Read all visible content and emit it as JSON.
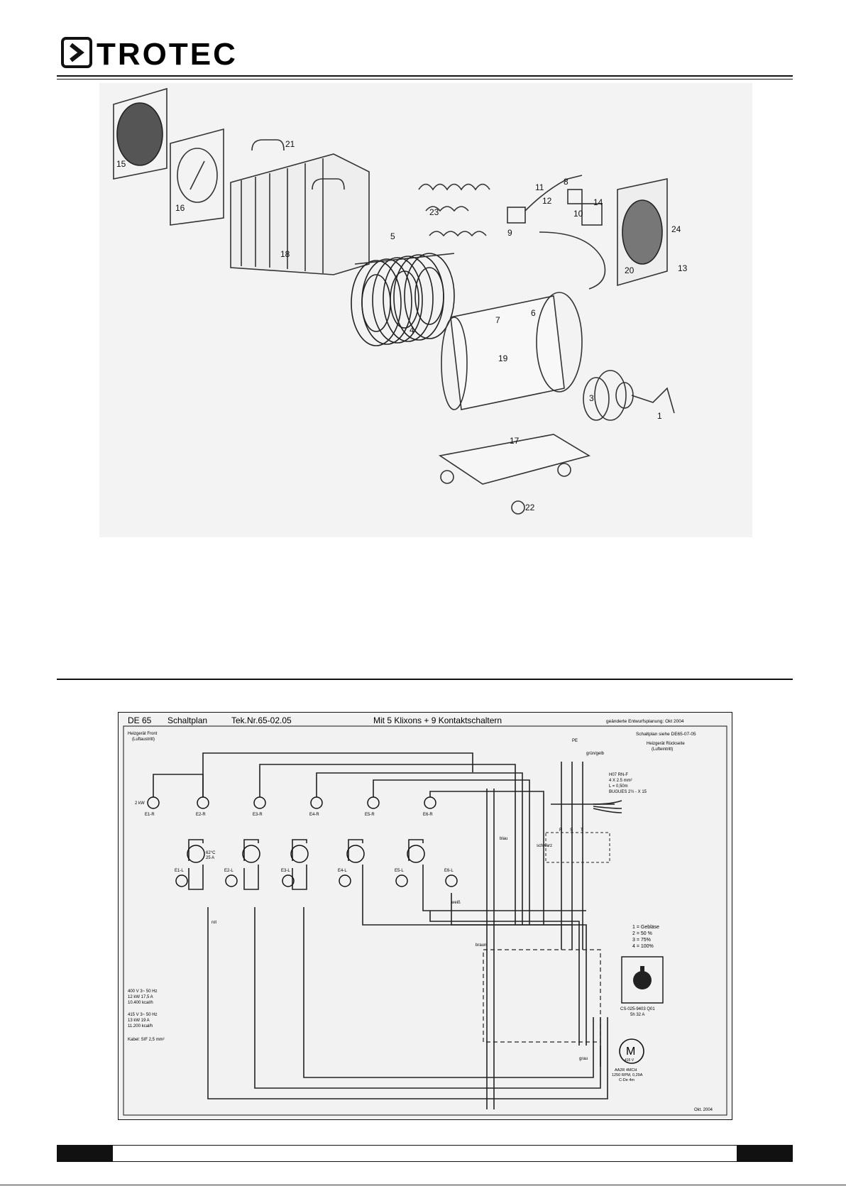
{
  "brand": {
    "name": "TROTEC"
  },
  "exploded_view": {
    "part_numbers": [
      "21",
      "15",
      "16",
      "18",
      "23",
      "11",
      "12",
      "8",
      "10",
      "14",
      "24",
      "9",
      "13",
      "5",
      "20",
      "6",
      "7",
      "4",
      "19",
      "3",
      "1",
      "17",
      "22"
    ]
  },
  "schematic": {
    "title_model": "DE 65",
    "title_type": "Schaltplan",
    "title_tek": "Tek.Nr.65-02.05",
    "title_mit": "Mit 5 Klixons + 9 Kontaktschaltern",
    "title_change": "geänderte Entwurfsplanung: Okt 2004",
    "front_label_1": "Heizgerät Front",
    "front_label_2": "(Luftaustritt)",
    "ref_label": "Schaltplan siehe DE65-07-05",
    "rear_label_1": "Heizgerät Rückseite",
    "rear_label_2": "(Lufteintritt)",
    "cable_1": "H07 RN-F",
    "cable_2": "4 X 2.5 mm²",
    "cable_3": "L = 0,50m",
    "cable_4": "BUGUES 2½ - X 15",
    "legend_1": "1 = Gebläse",
    "legend_2": "2 = 50 %",
    "legend_3": "3 = 75%",
    "legend_4": "4 = 100%",
    "switch_label_1": "CS-025-9403 Q01",
    "switch_label_2": "5h 32 A",
    "motor_letter": "M",
    "motor_voltage": "415 V",
    "motor_label_1": "AA2R 4MCH",
    "motor_label_2": "1250 RPM, 0,29A",
    "motor_label_3": "C-De 4m",
    "specs_1": "400 V 3~ 50 Hz",
    "specs_2": "12 kW    17,5 A",
    "specs_3": "10.400 kcal/h",
    "specs_4": "415 V 3~ 50 Hz",
    "specs_5": "13 kW    19 A",
    "specs_6": "11.200 kcal/h",
    "specs_7": "Kabel: SIF 2,5 mm²",
    "date_stamp": "Okt. 2004",
    "heaters_r": [
      "E1-R",
      "E2-R",
      "E3-R",
      "E4-R",
      "E5-R",
      "E6-R"
    ],
    "heaters_l": [
      "E1-L",
      "E2-L",
      "E3-L",
      "E4-L",
      "E5-L",
      "E6-L"
    ],
    "heater_power": "2 kW",
    "klixon_rating_1": "62°C",
    "klixon_rating_2": "25 A",
    "wire_colors": [
      "braun",
      "blau",
      "schwarz",
      "weiß",
      "grau",
      "rot",
      "grün/gelb"
    ],
    "pe_label": "PE",
    "phase_labels": [
      "R",
      "S",
      "T"
    ]
  }
}
